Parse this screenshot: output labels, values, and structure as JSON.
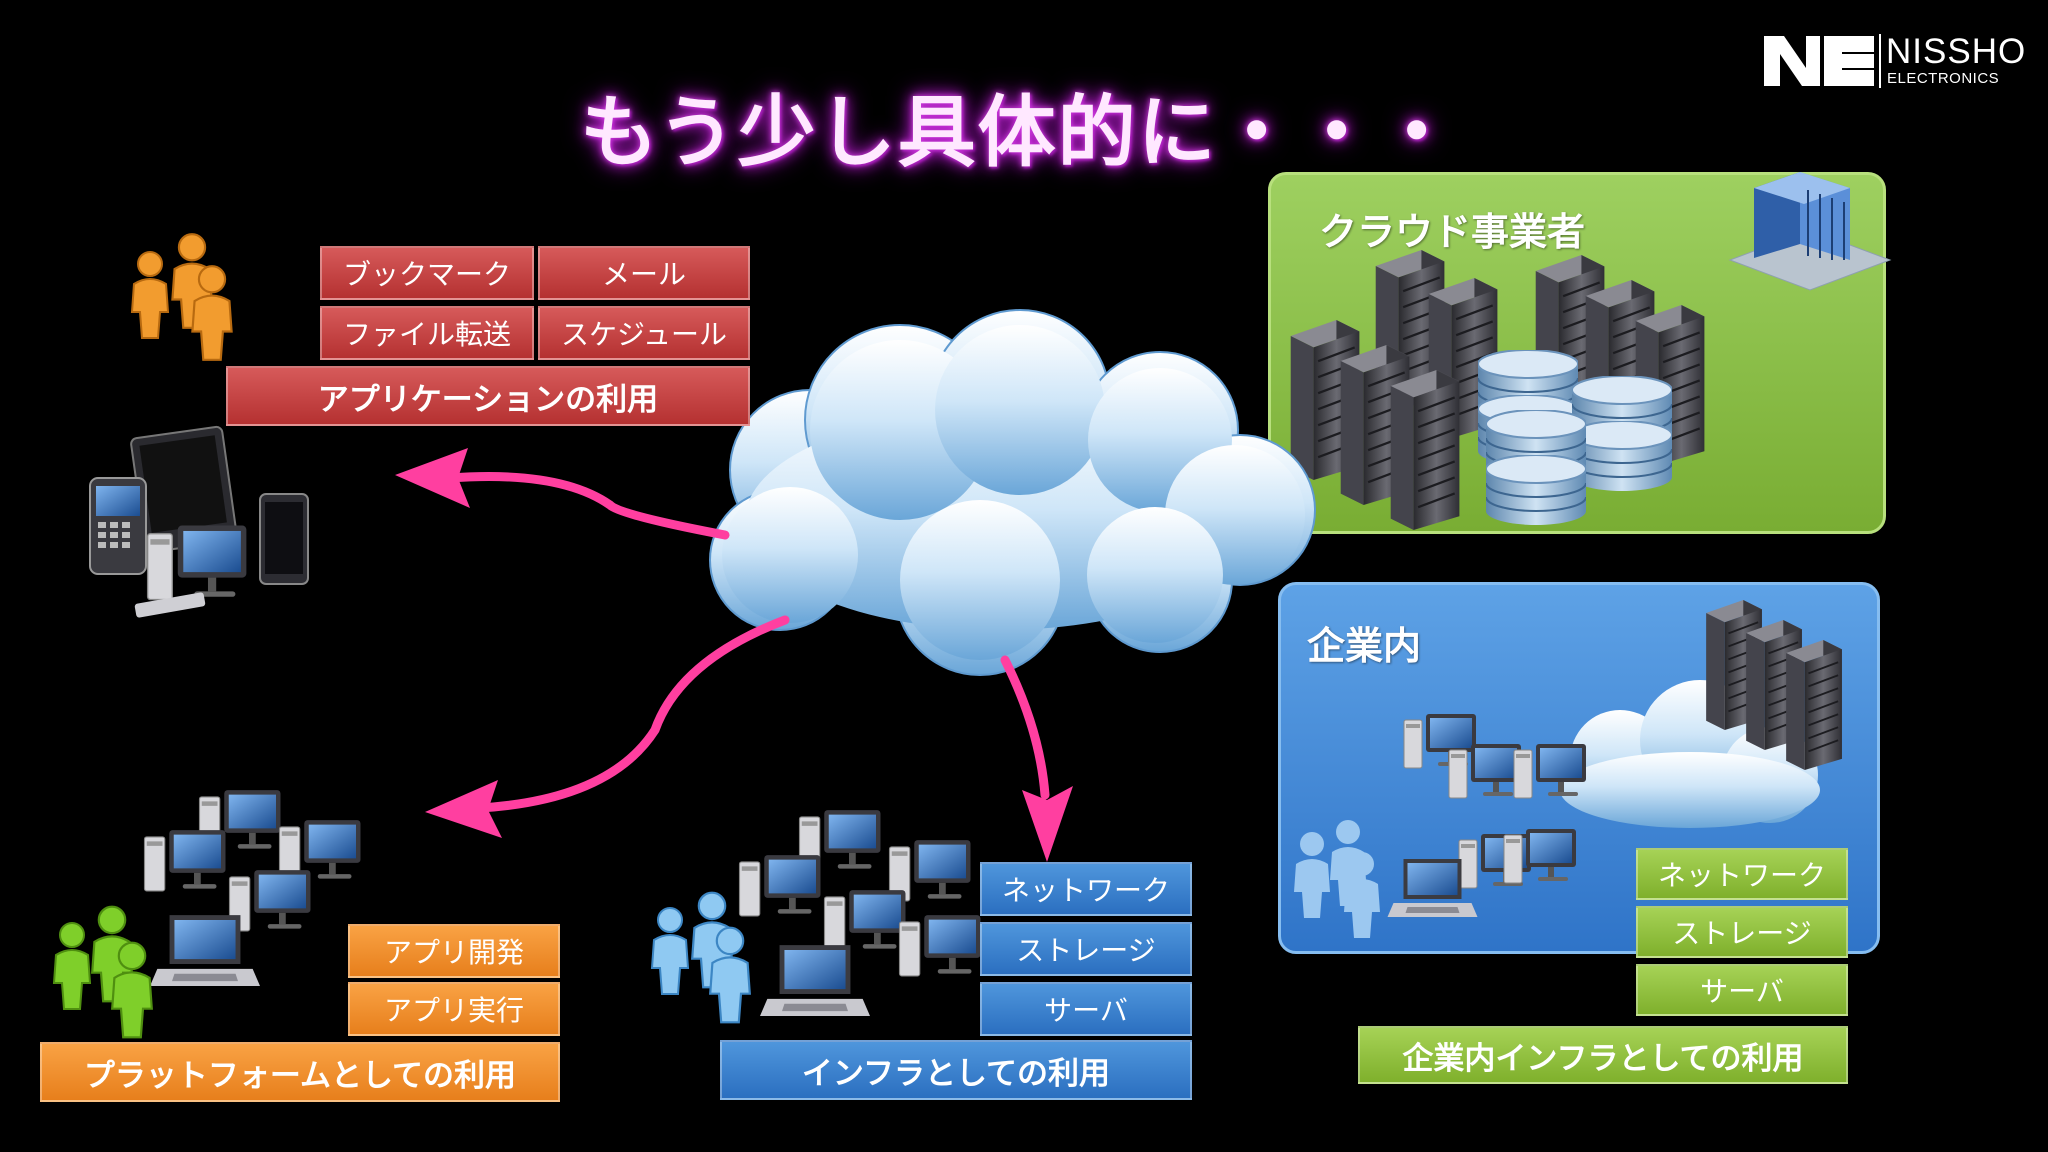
{
  "slide": {
    "title": "もう少し具体的に・・・",
    "logo": {
      "brand_text": "NISSHO",
      "sub_text": "ELECTRONICS"
    }
  },
  "application": {
    "items": [
      "ブックマーク",
      "メール",
      "ファイル転送",
      "スケジュール"
    ],
    "banner": "アプリケーションの利用",
    "color": "#c94444"
  },
  "platform": {
    "items": [
      "アプリ開発",
      "アプリ実行"
    ],
    "banner": "プラットフォームとしての利用",
    "color": "#f08d2e"
  },
  "infrastructure": {
    "items": [
      "ネットワーク",
      "ストレージ",
      "サーバ"
    ],
    "banner": "インフラとしての利用",
    "color": "#3a84d2"
  },
  "cloud_provider": {
    "title": "クラウド事業者",
    "color": "#8cbf45"
  },
  "enterprise": {
    "title": "企業内",
    "items": [
      "ネットワーク",
      "ストレージ",
      "サーバ"
    ],
    "banner": "企業内インフラとしての利用",
    "color": "#3f86d6",
    "item_color": "#8dc03b"
  },
  "arrow_color": "#ff3fa0",
  "icons": [
    "logo",
    "people-orange-icon",
    "devices-icon",
    "cloud-icon",
    "arrow-icon",
    "workstations-icon",
    "people-green-icon",
    "people-blue-icon",
    "server-rack-icon",
    "storage-disk-icon",
    "building-icon"
  ]
}
